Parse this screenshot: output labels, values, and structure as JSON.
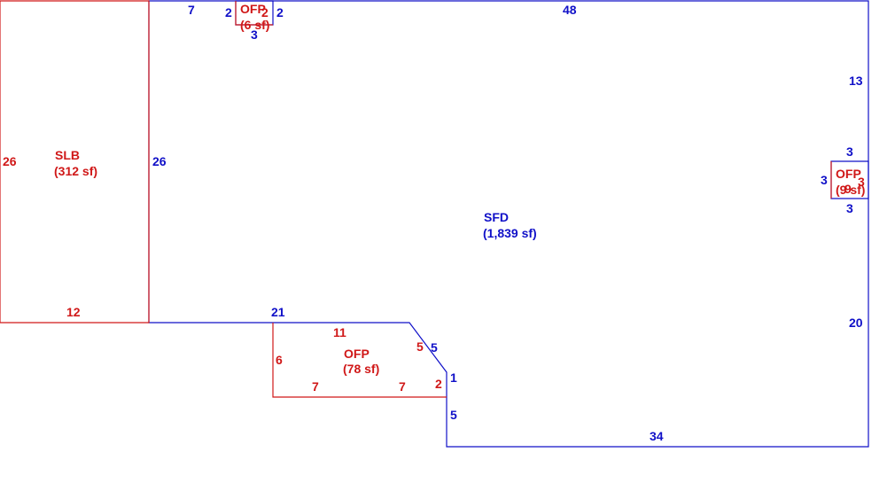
{
  "colors": {
    "sfd": "#1010c8",
    "addition": "#d01818",
    "background": "#ffffff"
  },
  "areas": {
    "sfd": {
      "name": "SFD",
      "area": "(1,839 sf)"
    },
    "slb": {
      "name": "SLB",
      "area": "(312 sf)"
    },
    "ofp_top": {
      "name": "OFP",
      "area": "(6 sf)"
    },
    "ofp_right": {
      "name": "OFP",
      "area": "(9 sf)"
    },
    "ofp_bottom": {
      "name": "OFP",
      "area": "(78 sf)"
    }
  },
  "dims": {
    "sfd_top_left": "7",
    "sfd_top": "48",
    "sfd_right_upper": "13",
    "sfd_right_lower": "20",
    "sfd_bottom": "34",
    "sfd_step_lower": "5",
    "sfd_step_upper": "1",
    "sfd_chamfer": "5",
    "sfd_bottom_left": "21",
    "sfd_left": "26",
    "ofp_top_left": "2",
    "ofp_top_right": "2",
    "ofp_top_bottom": "3",
    "ofp_top_inner": "2",
    "ofp_right_top": "3",
    "ofp_right_left": "3",
    "ofp_right_bottom": "3",
    "ofp_right_inner": "3",
    "ofp_right_area_num": "9",
    "slb_left": "26",
    "slb_bottom": "12",
    "ofp_bot_top": "11",
    "ofp_bot_left": "6",
    "ofp_bot_bottom_a": "7",
    "ofp_bot_bottom_b": "7",
    "ofp_bot_chamfer": "5",
    "ofp_bot_right": "2"
  }
}
